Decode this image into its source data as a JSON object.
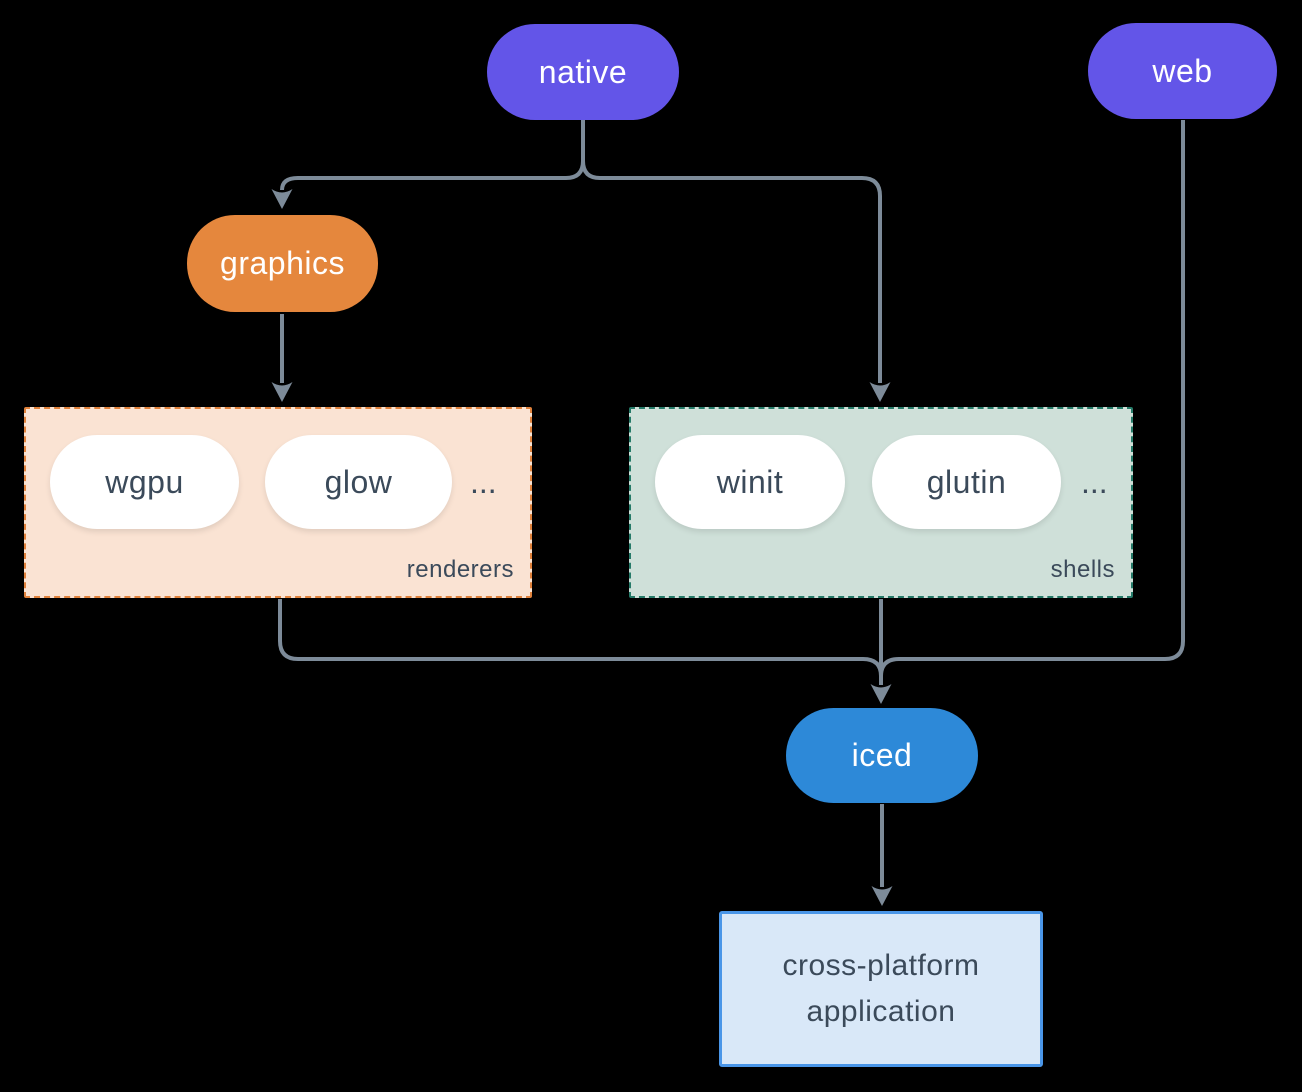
{
  "nodes": {
    "native": "native",
    "web": "web",
    "graphics": "graphics",
    "wgpu": "wgpu",
    "glow": "glow",
    "winit": "winit",
    "glutin": "glutin",
    "iced": "iced",
    "application": "cross-platform application"
  },
  "groups": {
    "renderers": {
      "label": "renderers",
      "more": "..."
    },
    "shells": {
      "label": "shells",
      "more": "..."
    }
  },
  "colors": {
    "background": "#000000",
    "platform_pill": "#6355e8",
    "graphics_pill": "#e5873d",
    "iced_pill": "#2d89d8",
    "white_pill": "#ffffff",
    "renderers_fill": "#fae3d3",
    "renderers_border": "#e0823c",
    "shells_fill": "#cfe0d9",
    "shells_border": "#257a68",
    "application_fill": "#d9e8f8",
    "application_border": "#4a96e8",
    "connector": "#7d8b99",
    "dark_text": "#3b4a5a",
    "light_text": "#ffffff"
  }
}
